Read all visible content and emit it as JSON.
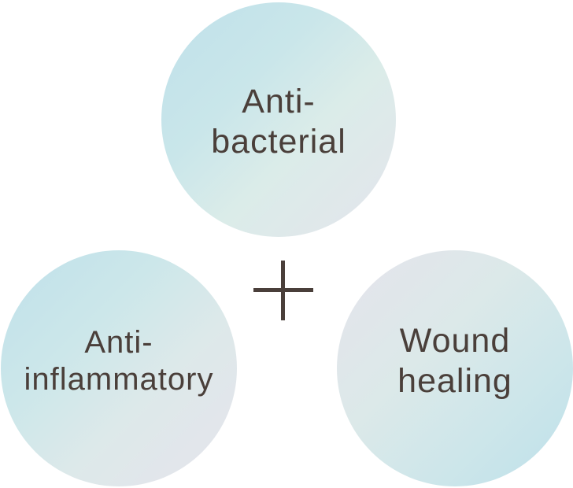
{
  "diagram": {
    "circles": [
      {
        "id": "top",
        "lines": [
          "Anti-",
          "bacterial"
        ]
      },
      {
        "id": "left",
        "lines": [
          "Anti-",
          "inflammatory"
        ]
      },
      {
        "id": "right",
        "lines": [
          "Wound",
          "healing"
        ]
      }
    ],
    "connector_icon": "plus-icon"
  },
  "colors": {
    "text": "#4a3f3a",
    "circle_blue": "#bfe0ea",
    "circle_lavender": "#e4e4ec",
    "plus": "#4a3f3a"
  }
}
